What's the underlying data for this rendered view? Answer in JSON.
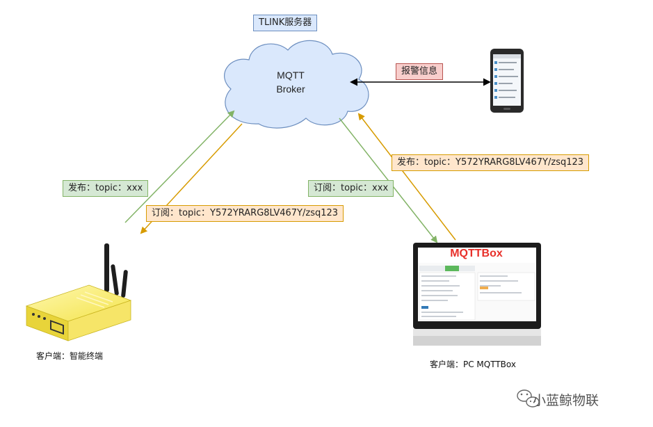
{
  "server_label": "TLINK服务器",
  "broker": {
    "line1": "MQTT",
    "line2": "Broker"
  },
  "alarm_label": "报警信息",
  "left_publish": "发布：topic：xxx",
  "left_subscribe": "订阅：topic：Y572YRARG8LV467Y/zsq123",
  "right_subscribe": "订阅：topic：xxx",
  "right_publish": "发布：topic：Y572YRARG8LV467Y/zsq123",
  "mqttbox_title": "MQTTBox",
  "client_terminal": "客户端：智能终端",
  "client_pc": "客户端：PC MQTTBox",
  "watermark": "小蓝鲸物联",
  "colors": {
    "green": "#82b366",
    "orange": "#d79b00",
    "cloud": "#dae8fc",
    "red_title": "#e8302a"
  },
  "icons": [
    "cloud-icon",
    "smartphone-icon",
    "router-icon",
    "monitor-icon",
    "wechat-icon"
  ]
}
